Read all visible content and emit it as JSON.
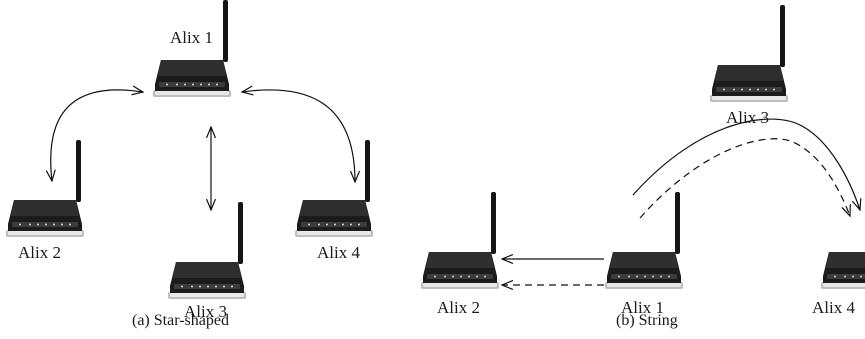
{
  "panels": {
    "star": {
      "caption": "(a)  Star-shaped",
      "nodes": {
        "alix1": "Alix 1",
        "alix2": "Alix 2",
        "alix3": "Alix 3",
        "alix4": "Alix 4"
      }
    },
    "string": {
      "caption": "(b)  String",
      "nodes": {
        "alix1": "Alix 1",
        "alix2": "Alix 2",
        "alix3": "Alix 3",
        "alix4": "Alix 4"
      }
    }
  },
  "colors": {
    "router_body": "#1c1c1c",
    "router_top": "#2f2f2f",
    "router_base": "#c9c9c9",
    "arrow": "#111111"
  }
}
